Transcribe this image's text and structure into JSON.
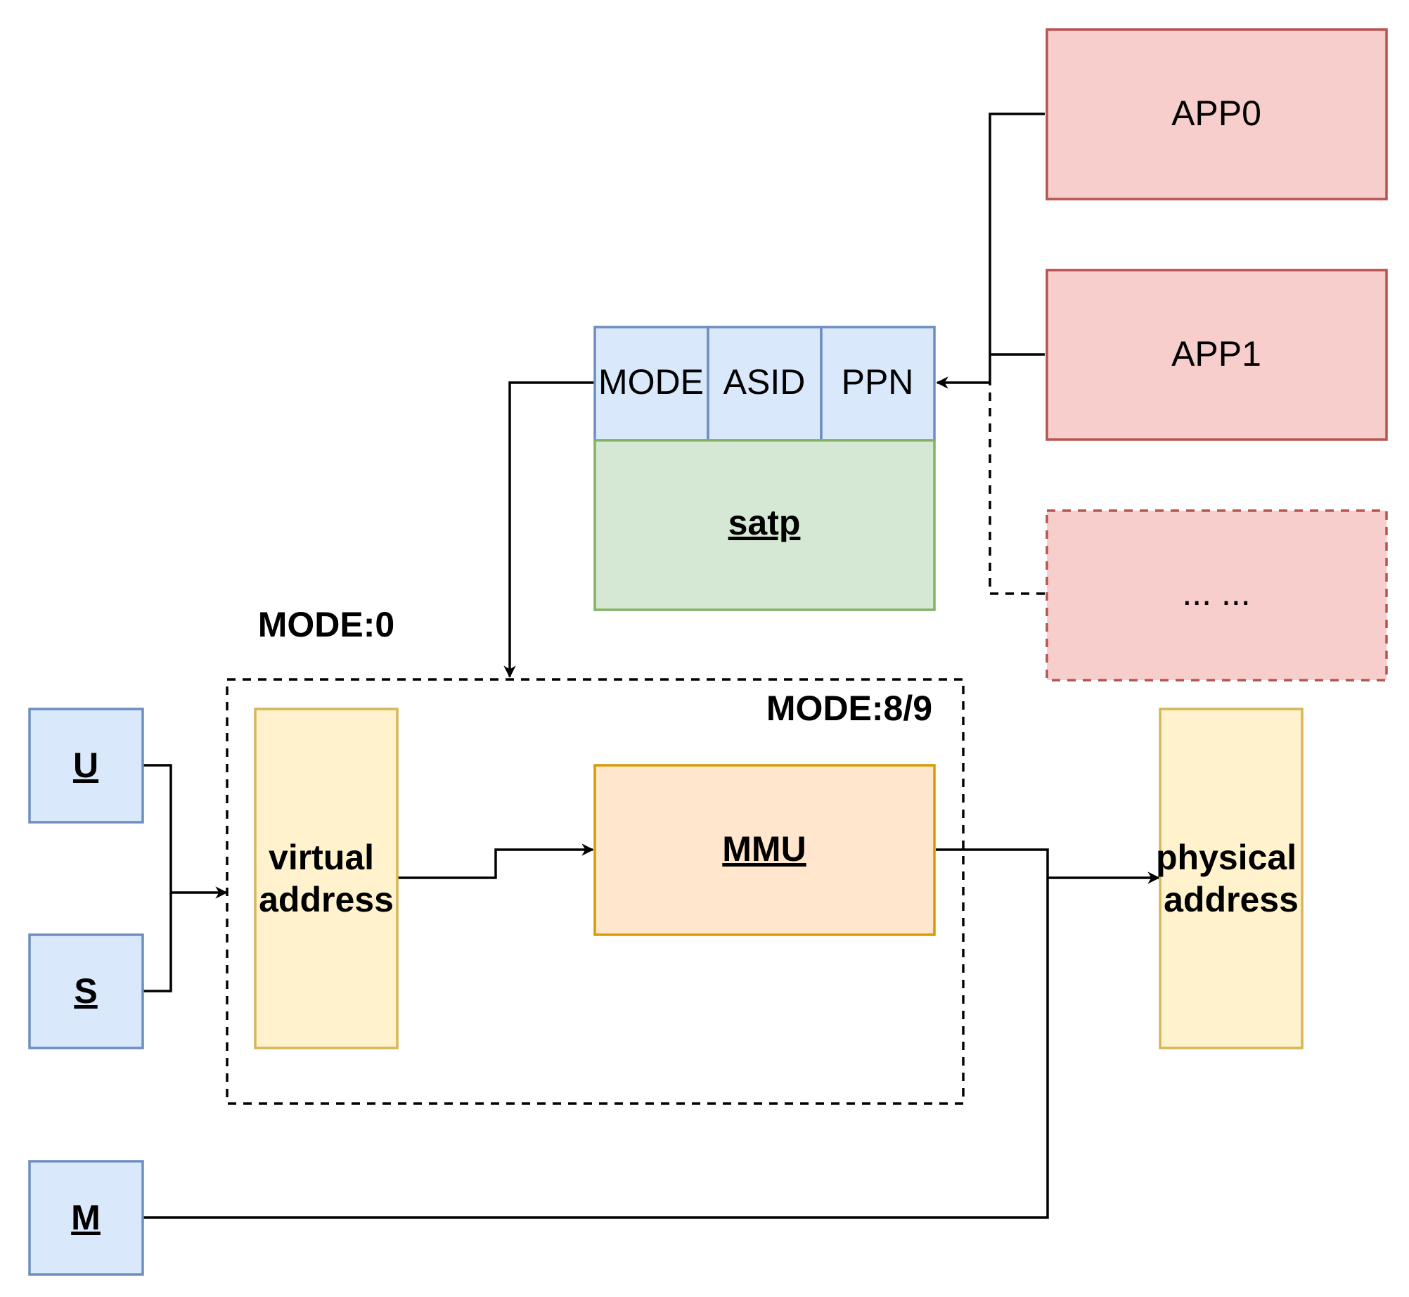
{
  "colors": {
    "blue_fill": "#dae8fc",
    "blue_stroke": "#6c8ebf",
    "green_fill": "#d5e8d4",
    "green_stroke": "#82b366",
    "red_fill": "#f8cecc",
    "red_stroke": "#b85450",
    "yellow_fill": "#fff2cc",
    "yellow_stroke": "#d6b656",
    "orange_fill": "#ffe6cc",
    "orange_stroke": "#d79b00"
  },
  "privilege_modes": {
    "u": "U",
    "s": "S",
    "m": "M"
  },
  "apps": {
    "app0": "APP0",
    "app1": "APP1",
    "more": "... ..."
  },
  "satp": {
    "title": "satp",
    "fields": {
      "mode": "MODE",
      "asid": "ASID",
      "ppn": "PPN"
    }
  },
  "translation": {
    "mode_off_label": "MODE:0",
    "mode_on_label": "MODE:8/9",
    "virtual_address": [
      "virtual",
      "address"
    ],
    "mmu": "MMU",
    "physical_address": [
      "physical",
      "address"
    ]
  }
}
